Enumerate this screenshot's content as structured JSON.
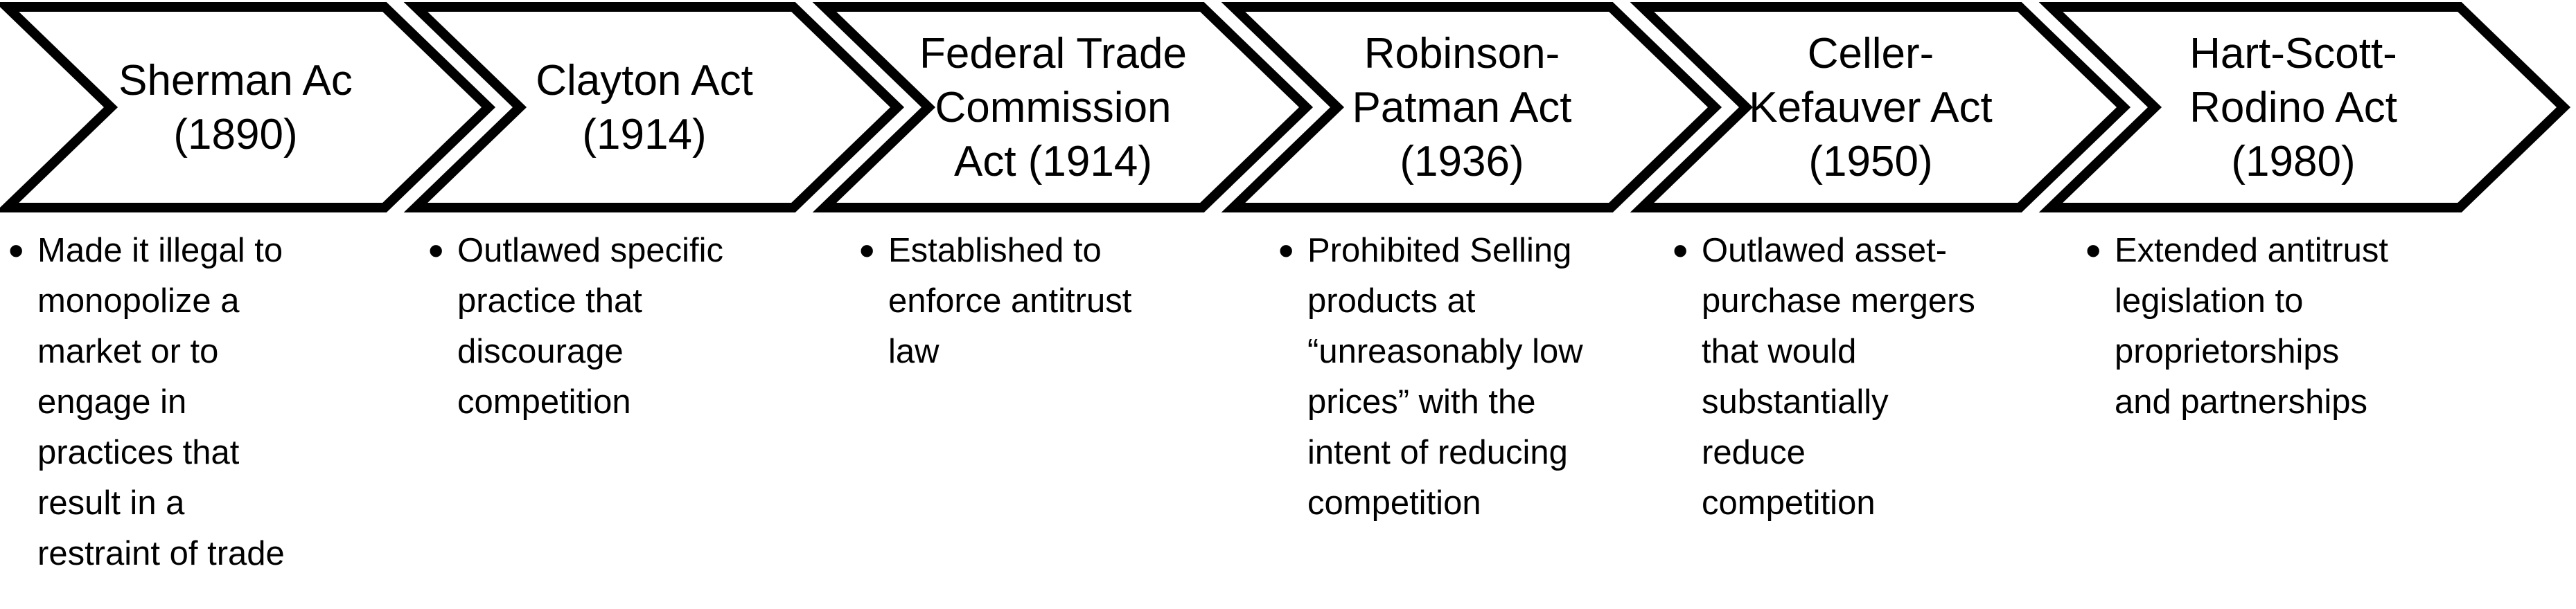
{
  "diagram": {
    "bullet": "•",
    "colors": {
      "outline": "#000000",
      "fill": "#ffffff",
      "text": "#000000"
    },
    "steps": [
      {
        "name": "Sherman Ac\n(1890)",
        "description": "Made it illegal to\nmonopolize a\nmarket or to\nengage in\npractices that\nresult in a\nrestraint of trade"
      },
      {
        "name": "Clayton Act\n(1914)",
        "description": "Outlawed specific\npractice that\ndiscourage\ncompetition"
      },
      {
        "name": "Federal Trade\nCommission\nAct (1914)",
        "description": "Established to\nenforce antitrust\nlaw"
      },
      {
        "name": "Robinson-\nPatman Act\n(1936)",
        "description": "Prohibited Selling\nproducts at\n“unreasonably low\nprices” with the\nintent of reducing\ncompetition"
      },
      {
        "name": "Celler-\nKefauver Act\n(1950)",
        "description": "Outlawed asset-\npurchase mergers\nthat would\nsubstantially\nreduce\ncompetition"
      },
      {
        "name": "Hart-Scott-\nRodino Act\n(1980)",
        "description": "Extended antitrust\nlegislation to\nproprietorships\nand partnerships"
      }
    ]
  }
}
